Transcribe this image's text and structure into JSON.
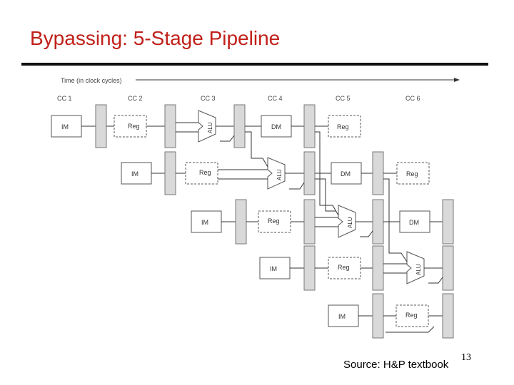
{
  "slide": {
    "title": "Bypassing: 5-Stage Pipeline",
    "source": "Source: H&P textbook",
    "page_number": "13"
  },
  "diagram": {
    "time_axis_label": "Time (in clock cycles)",
    "clock_cycles": [
      "CC 1",
      "CC 2",
      "CC 3",
      "CC 4",
      "CC 5",
      "CC 6"
    ],
    "stages": {
      "im": "IM",
      "reg": "Reg",
      "alu": "ALU",
      "dm": "DM"
    },
    "colors": {
      "line": "#333333",
      "latch_fill": "#d9d9d9",
      "box_stroke": "#555555"
    }
  }
}
